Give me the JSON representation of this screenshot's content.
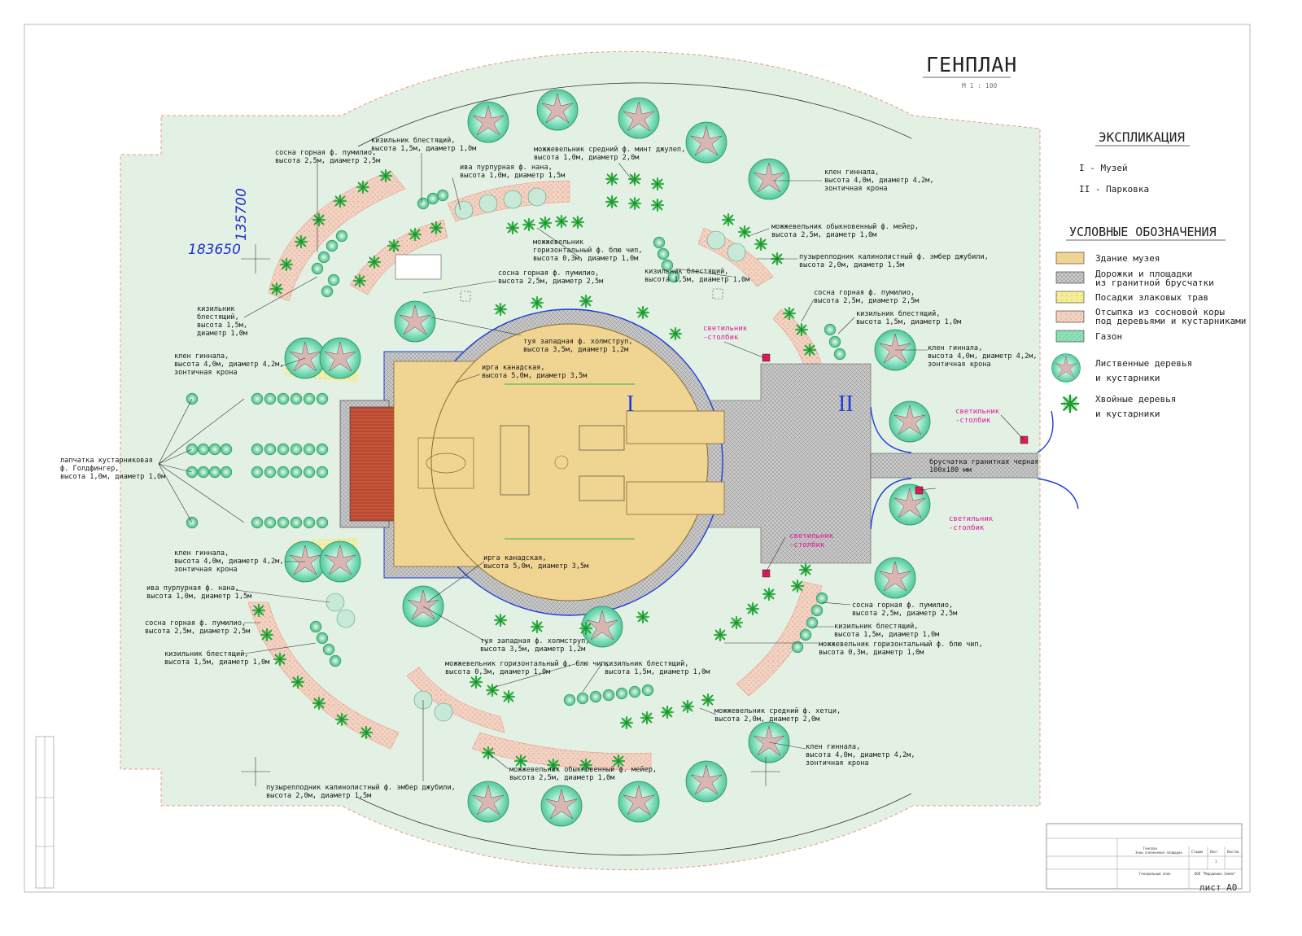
{
  "title": {
    "main": "ГЕНПЛАН",
    "scale": "М 1 : 100"
  },
  "coordinates": {
    "x": "183650",
    "y": "135700"
  },
  "explication": {
    "title": "ЭКСПЛИКАЦИЯ",
    "items": [
      "I - Музей",
      "II - Парковка"
    ]
  },
  "legend": {
    "title": "УСЛОВНЫЕ ОБОЗНАЧЕНИЯ",
    "items": [
      {
        "label": "Здание музея",
        "color": "#f0d492"
      },
      {
        "label": "Дорожки и площадки",
        "label2": "из гранитной брусчатки",
        "color": "#b8b8b8"
      },
      {
        "label": "Посадки злаковых трав",
        "color": "#f4ec86"
      },
      {
        "label": "Отсыпка из сосновой коры",
        "label2": "под деревьями и кустарниками",
        "color": "#f2c8b4"
      },
      {
        "label": "Газон",
        "color": "#7fdcae"
      },
      {
        "label": "Лиственные деревья",
        "label2": "и кустарники",
        "icon": "deciduous-tree-icon"
      },
      {
        "label": "Хвойные деревья",
        "label2": "и кустарники",
        "icon": "conifer-tree-icon"
      }
    ]
  },
  "zones": {
    "museum": "I",
    "parking": "II"
  },
  "annotations": {
    "a1": [
      "кизильник блестящий,",
      "высота 1,5м, диаметр 1,0м"
    ],
    "a2": [
      "сосна горная ф. пумилио,",
      "высота 2,5м, диаметр 2,5м"
    ],
    "a3": [
      "ива пурпурная ф. нана,",
      "высота 1,0м, диаметр 1,5м"
    ],
    "a4": [
      "можжевельник средний ф. минт джулеп,",
      "высота 1,0м, диаметр 2,0м"
    ],
    "a5": [
      "клен гиннала,",
      "высота 4,0м, диаметр 4,2м,",
      "зонтичная крона"
    ],
    "a6": [
      "можжевельник обыкновенный ф. мейер,",
      "высота 2,5м, диаметр 1,0м"
    ],
    "a7": [
      "пузыреплодник калинолистный ф. эмбер джубили,",
      "высота 2,0м, диаметр 1,5м"
    ],
    "a8": [
      "можжевельник",
      "горизонтальный ф. блю чип,",
      "высота 0,3м, диаметр 1,0м"
    ],
    "a9": [
      "сосна горная ф. пумилио,",
      "высота 2,5м, диаметр 2,5м"
    ],
    "a10": [
      "кизильник блестящий,",
      "высота 1,5м, диаметр 1,0м"
    ],
    "a11": [
      "кизильник",
      "блестящий,",
      "высота 1,5м,",
      "диаметр 1,0м"
    ],
    "a12": [
      "клен гиннала,",
      "высота 4,0м, диаметр 4,2м,",
      "зонтичная крона"
    ],
    "a13": [
      "туя западная ф. холмструп,",
      "высота 3,5м, диаметр 1,2м"
    ],
    "a14": [
      "ирга канадская,",
      "высота 5,0м, диаметр 3,5м"
    ],
    "a15": [
      "сосна горная ф. пумилио,",
      "высота 2,5м, диаметр 2,5м"
    ],
    "a16": [
      "кизильник блестящий,",
      "высота 1,5м, диаметр 1,0м"
    ],
    "a17": [
      "клен гиннала,",
      "высота 4,0м, диаметр 4,2м,",
      "зонтичная крона"
    ],
    "a18": [
      "лапчатка кустарниковая",
      "ф. Голдфингер,",
      "высота 1,0м, диаметр 1,0м"
    ],
    "a19": [
      "клен гиннала,",
      "высота 4,0м, диаметр 4,2м,",
      "зонтичная крона"
    ],
    "a20": [
      "ива пурпурная ф. нана,",
      "высота 1,0м, диаметр 1,5м"
    ],
    "a21": [
      "сосна горная ф. пумилио,",
      "высота 2,5м, диаметр 2,5м"
    ],
    "a22": [
      "кизильник блестящий,",
      "высота 1,5м, диаметр 1,0м"
    ],
    "a23": [
      "ирга канадская,",
      "высота 5,0м, диаметр 3,5м"
    ],
    "a24": [
      "туя западная ф. холмструп,",
      "высота 3,5м, диаметр 1,2м"
    ],
    "a25": [
      "можжевельник горизонтальный ф. блю чип,",
      "высота 0,3м, диаметр 1,0м"
    ],
    "a26": [
      "кизильник блестящий,",
      "высота 1,5м, диаметр 1,0м"
    ],
    "a27": [
      "сосна горная ф. пумилио,",
      "высота 2,5м, диаметр 2,5м"
    ],
    "a28": [
      "кизильник блестящий,",
      "высота 1,5м, диаметр 1,0м"
    ],
    "a29": [
      "можжевельник горизонтальный ф. блю чип,",
      "высота 0,3м, диаметр 1,0м"
    ],
    "a30": [
      "можжевельник средний ф. хетци,",
      "высота 2,0м, диаметр 2,0м"
    ],
    "a31": [
      "клен гиннала,",
      "высота 4,0м, диаметр 4,2м,",
      "зонтичная крона"
    ],
    "a32": [
      "можжевельник обыкновенный ф. мейер,",
      "высота 2,5м, диаметр 1,0м"
    ],
    "a33": [
      "пузыреплодник калинолистный ф. эмбер джубили,",
      "высота 2,0м, диаметр 1,5м"
    ],
    "paving": [
      "брусчатка гранитная черная",
      "100х180 мм"
    ]
  },
  "lamps": {
    "l1": [
      "светильник",
      "-столбик"
    ],
    "l2": [
      "светильник",
      "-столбик"
    ],
    "l3": [
      "светильник",
      "-столбик"
    ],
    "l4": [
      "светильник",
      "-столбик"
    ]
  },
  "stamp": {
    "org": "ООО \"Марушкина Земля\"",
    "project": [
      "Генплан",
      "Зоны озеленения площадок"
    ],
    "sheet_name": "Генеральный план",
    "stage_label": "Стадия",
    "sheet_label": "Лист",
    "sheets_label": "Листов",
    "sheet_value": "1",
    "sheet": "лист А0"
  },
  "colors": {
    "lawn": "#e2f0e4",
    "building": "#f0d492",
    "paving": "#b8b8b8",
    "grass": "#f4ec86",
    "bark": "#f2c8b4",
    "deciduous": "#7fdcae",
    "conifer": "#27b83d",
    "lamp_text": "#e0189a",
    "coords": "#1a2fc8"
  }
}
